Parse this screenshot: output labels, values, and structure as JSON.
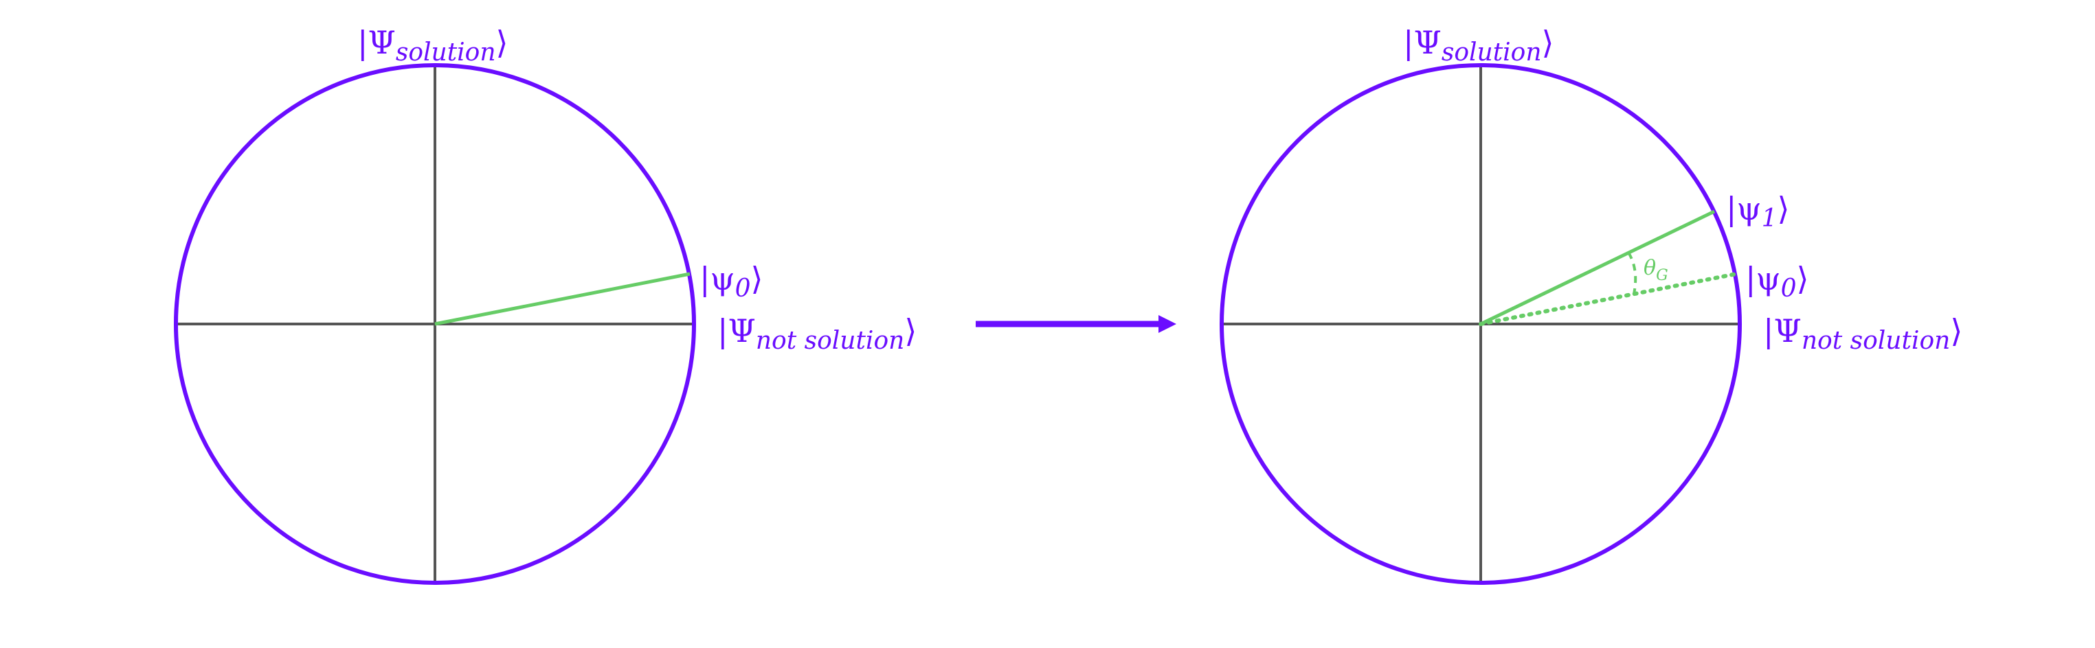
{
  "colors": {
    "circle": "#6a0dff",
    "axes": "#555555",
    "state_vector": "#66cc66",
    "arrow": "#6a0dff",
    "label": "#6a0dff",
    "angle_label": "#66cc66"
  },
  "left_panel": {
    "top_label": {
      "ket_open": "|Ψ",
      "subscript": "solution",
      "ket_close": "⟩"
    },
    "right_label": {
      "ket_open": "|Ψ",
      "subscript": "not solution",
      "ket_close": "⟩"
    },
    "vector_label": {
      "ket_open": "|ψ",
      "subscript": "0",
      "ket_close": "⟩"
    }
  },
  "right_panel": {
    "top_label": {
      "ket_open": "|Ψ",
      "subscript": "solution",
      "ket_close": "⟩"
    },
    "right_label": {
      "ket_open": "|Ψ",
      "subscript": "not solution",
      "ket_close": "⟩"
    },
    "vector1_label": {
      "ket_open": "|ψ",
      "subscript": "1",
      "ket_close": "⟩"
    },
    "vector0_label": {
      "ket_open": "|ψ",
      "subscript": "0",
      "ket_close": "⟩"
    },
    "angle_label": {
      "symbol": "θ",
      "subscript": "G"
    }
  },
  "transition_arrow": {
    "icon": "right-arrow-icon"
  }
}
